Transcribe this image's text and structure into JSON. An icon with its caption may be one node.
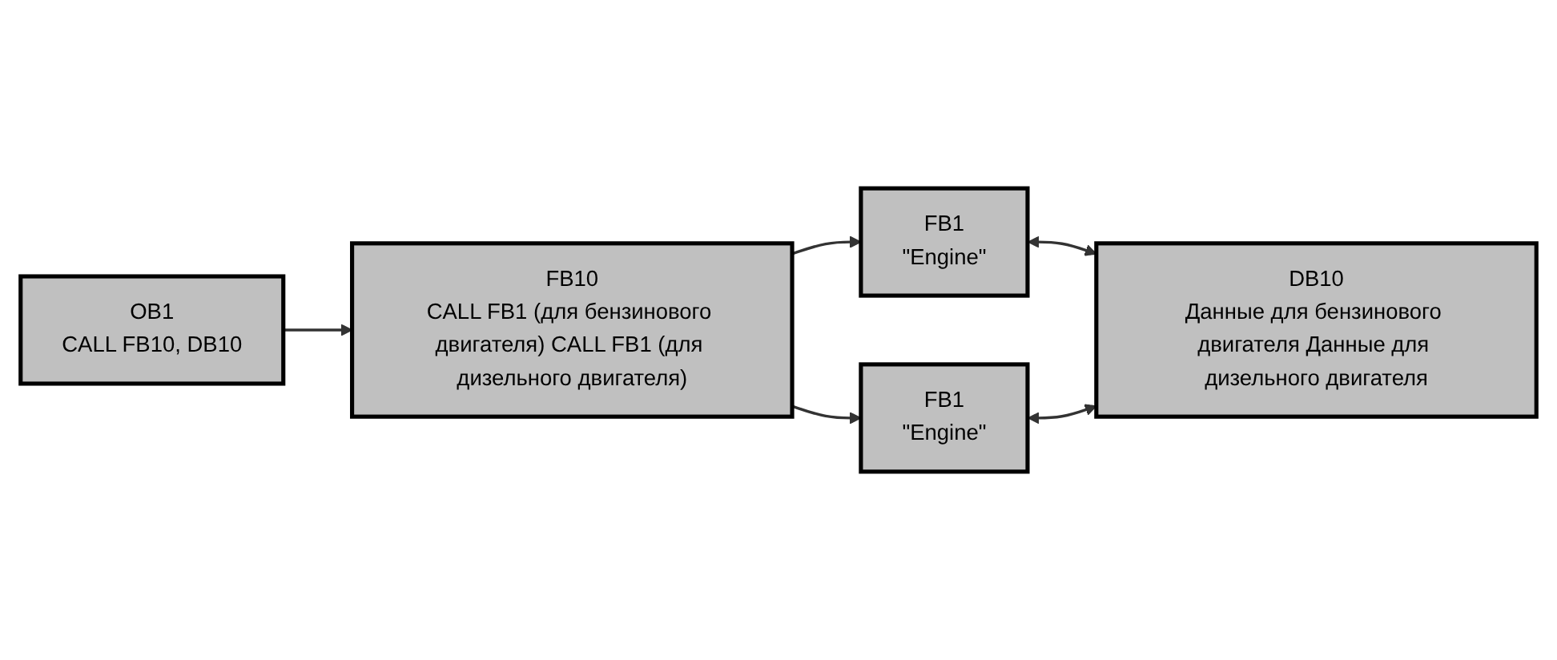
{
  "diagram": {
    "nodes": [
      {
        "text": [
          "OB1",
          "CALL FB10, DB10"
        ]
      },
      {
        "text": [
          "FB10",
          "CALL FB1 (для бензинового двигателя) CALL FB1 (для дизельного двигателя)"
        ]
      },
      {
        "text": [
          "FB1",
          "\"Engine\""
        ]
      },
      {
        "text": [
          "FB1",
          "\"Engine\""
        ]
      },
      {
        "text": [
          "DB10",
          "Данные для бензинового двигателя Данные для дизельного двигателя"
        ]
      }
    ],
    "edges": [
      {
        "from": 0,
        "to": 1,
        "arrow": "to"
      },
      {
        "from": 1,
        "to": 2,
        "arrow": "to"
      },
      {
        "from": 1,
        "to": 3,
        "arrow": "to"
      },
      {
        "from": 2,
        "to": 4,
        "arrow": "both"
      },
      {
        "from": 3,
        "to": 4,
        "arrow": "both"
      }
    ]
  }
}
